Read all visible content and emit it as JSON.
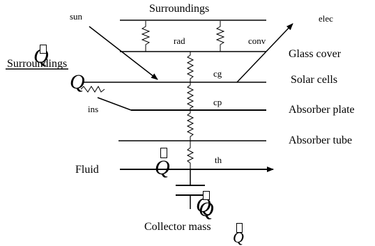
{
  "layers": {
    "surroundings_top": "Surroundings",
    "surroundings_left": "Surroundings",
    "glass_cover": "Glass cover",
    "solar_cells": "Solar cells",
    "absorber_plate": "Absorber plate",
    "absorber_tube": "Absorber tube",
    "fluid": "Fluid",
    "collector_mass": "Collector mass"
  },
  "flows": {
    "sun": "sun",
    "elec": "elec",
    "rad": "rad",
    "conv": "conv",
    "cg": "cg",
    "cp": "cp",
    "ins": "ins",
    "th": "th",
    "q_symbol": "Q"
  }
}
